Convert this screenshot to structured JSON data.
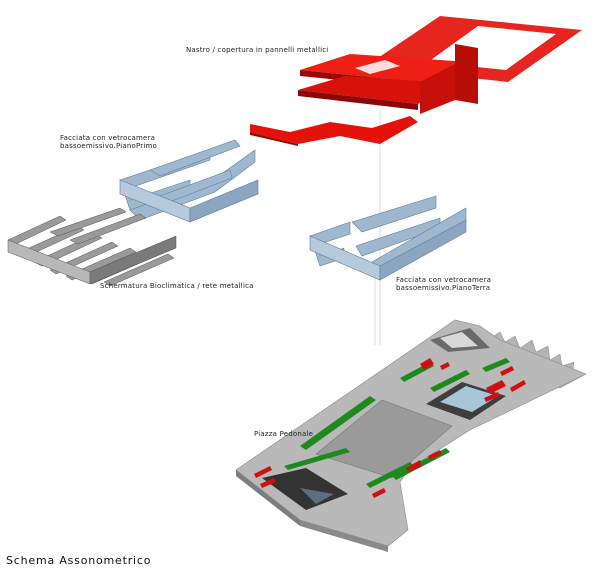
{
  "labels": {
    "nastro": "Nastro / copertura in pannelli metallici",
    "facciata_primo_line1": "Facciata  con vetrocamera",
    "facciata_primo_line2": "bassoemissivo.PianoPrimo",
    "schermatura": "Schermatura Bioclimatica / rete metallica",
    "facciata_terra_line1": "Facciata con vetrocamera",
    "facciata_terra_line2": "bassoemissivo.PianoTerra",
    "piazza": "Piazza Pedonale"
  },
  "caption": "Schema Assonometrico",
  "colors": {
    "roof_red": "#e3120b",
    "roof_dark": "#a80a06",
    "glass_blue": "#9fb8cf",
    "glass_edge": "#5d7d99",
    "screen_gray": "#8e8e8e",
    "plaza_gray": "#b9b9b9",
    "plaza_dark": "#8a8a8a",
    "green_strip": "#1e8a1e",
    "red_strip": "#d01010"
  }
}
